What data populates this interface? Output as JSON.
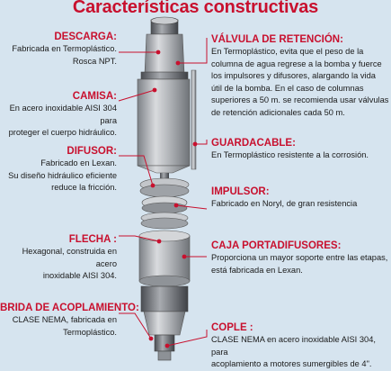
{
  "title": "Características constructivas",
  "colors": {
    "background": "#d6e4ef",
    "accent_red": "#c8102e",
    "pump_body": "#a9acb1",
    "leader_line": "#c8102e"
  },
  "callouts": {
    "descarga": {
      "heading": "DESCARGA:",
      "lines": [
        "Fabricada en Termoplástico.",
        "Rosca NPT."
      ]
    },
    "camisa": {
      "heading": "CAMISA:",
      "lines": [
        "En acero inoxidable AISI 304 para",
        "proteger el cuerpo hidráulico."
      ]
    },
    "difusor": {
      "heading": "DIFUSOR:",
      "lines": [
        "Fabricado en Lexan.",
        "Su diseño hidráulico eficiente",
        "reduce la fricción."
      ]
    },
    "flecha": {
      "heading": "FLECHA :",
      "lines": [
        "Hexagonal, construida en acero",
        "inoxidable AISI 304."
      ]
    },
    "brida": {
      "heading": "BRIDA DE ACOPLAMIENTO:",
      "lines": [
        "CLASE NEMA, fabricada en",
        "Termoplástico."
      ]
    },
    "valvula": {
      "heading": "VÁLVULA DE RETENCIÓN:",
      "lines": [
        "En Termoplástico, evita que el peso de la",
        "columna de agua regrese a la bomba y fuerce",
        "los impulsores y difusores, alargando la vida",
        "útil de la bomba. En el caso de columnas",
        "superiores a 50 m. se recomienda usar válvulas",
        "de retención adicionales cada 50 m."
      ]
    },
    "guardacable": {
      "heading": "GUARDACABLE:",
      "lines": [
        "En Termoplástico resistente a la corrosión."
      ]
    },
    "impulsor": {
      "heading": "IMPULSOR:",
      "lines": [
        "Fabricado en Noryl, de gran resistencia"
      ]
    },
    "caja": {
      "heading": "CAJA PORTADIFUSORES:",
      "lines": [
        "Proporciona un mayor soporte entre las etapas,",
        "está fabricada en Lexan."
      ]
    },
    "cople": {
      "heading": "COPLE :",
      "lines": [
        "CLASE NEMA en acero inoxidable AISI 304, para",
        "acoplamiento a motores sumergibles de 4\"."
      ]
    }
  }
}
